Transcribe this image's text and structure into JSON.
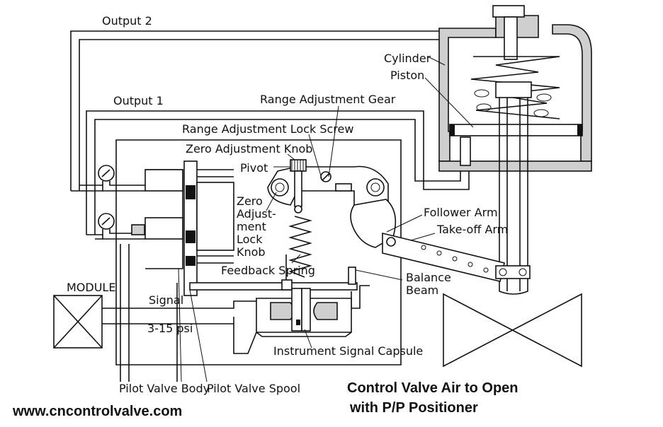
{
  "labels": {
    "output2": "Output 2",
    "output1": "Output 1",
    "cylinder": "Cylinder",
    "piston": "Piston",
    "range_gear": "Range Adjustment Gear",
    "range_lock_screw": "Range Adjustment Lock Screw",
    "zero_knob": "Zero Adjustment Knob",
    "pivot": "Pivot",
    "zero_lock": [
      "Zero",
      "Adjust-",
      "ment",
      "Lock",
      "Knob"
    ],
    "follower_arm": "Follower Arm",
    "takeoff_arm": "Take-off Arm",
    "feedback_spring": "Feedback Spring",
    "balance_beam": [
      "Balance",
      "Beam"
    ],
    "module": "MODULE",
    "signal": "Signal",
    "signal_range": "3-15 psi",
    "capsule": "Instrument Signal Capsule",
    "pilot_body": "Pilot Valve Body",
    "pilot_spool": "Pilot Valve Spool"
  },
  "title": [
    "Control Valve Air to Open",
    "with P/P Positioner"
  ],
  "website": "www.cncontrolvalve.com"
}
